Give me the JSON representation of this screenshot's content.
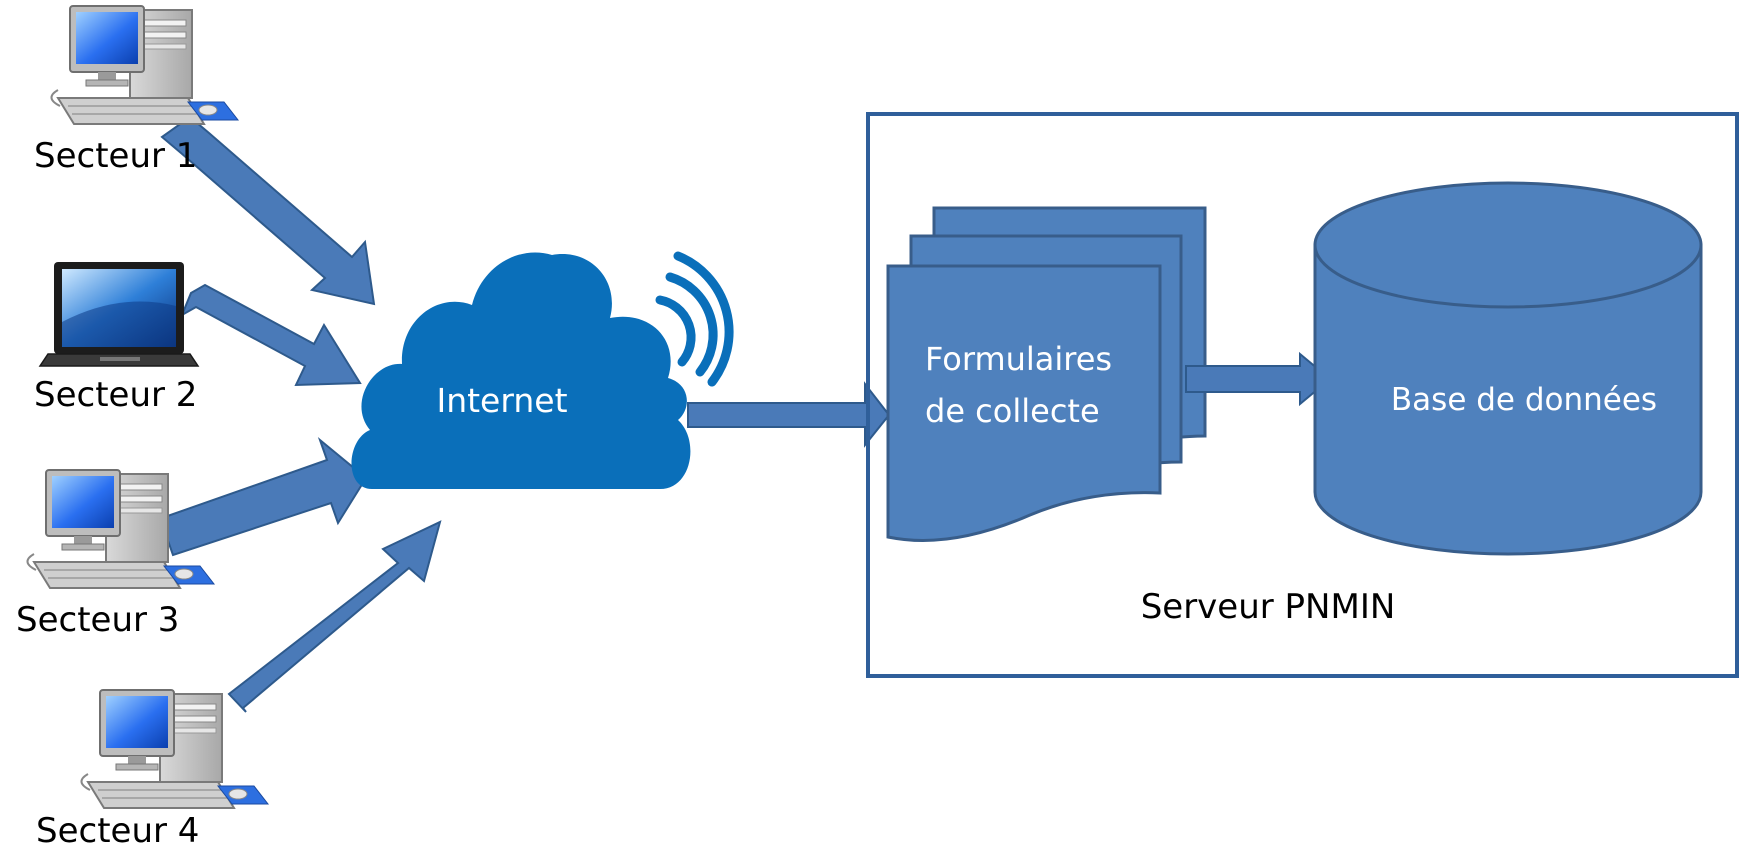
{
  "sectors": [
    {
      "label": "Secteur 1",
      "device": "desktop-computer-icon"
    },
    {
      "label": "Secteur 2",
      "device": "laptop-icon"
    },
    {
      "label": "Secteur 3",
      "device": "desktop-computer-icon"
    },
    {
      "label": "Secteur 4",
      "device": "desktop-computer-icon"
    }
  ],
  "cloud": {
    "label": "Internet",
    "icon": "cloud-icon"
  },
  "server": {
    "label": "Serveur PNMIN",
    "forms": {
      "line1": "Formulaires",
      "line2": "de collecte",
      "icon": "documents-icon"
    },
    "database": {
      "label": "Base de données",
      "icon": "database-cylinder-icon"
    }
  },
  "colors": {
    "arrow_fill": "#4a7ab8",
    "arrow_stroke": "#2e5a8c",
    "cloud": "#0a6fba",
    "shape_fill": "#4f81bd",
    "shape_stroke": "#385d8a",
    "server_border": "#2f5f9a",
    "text_dark": "#000000",
    "text_light": "#ffffff"
  }
}
